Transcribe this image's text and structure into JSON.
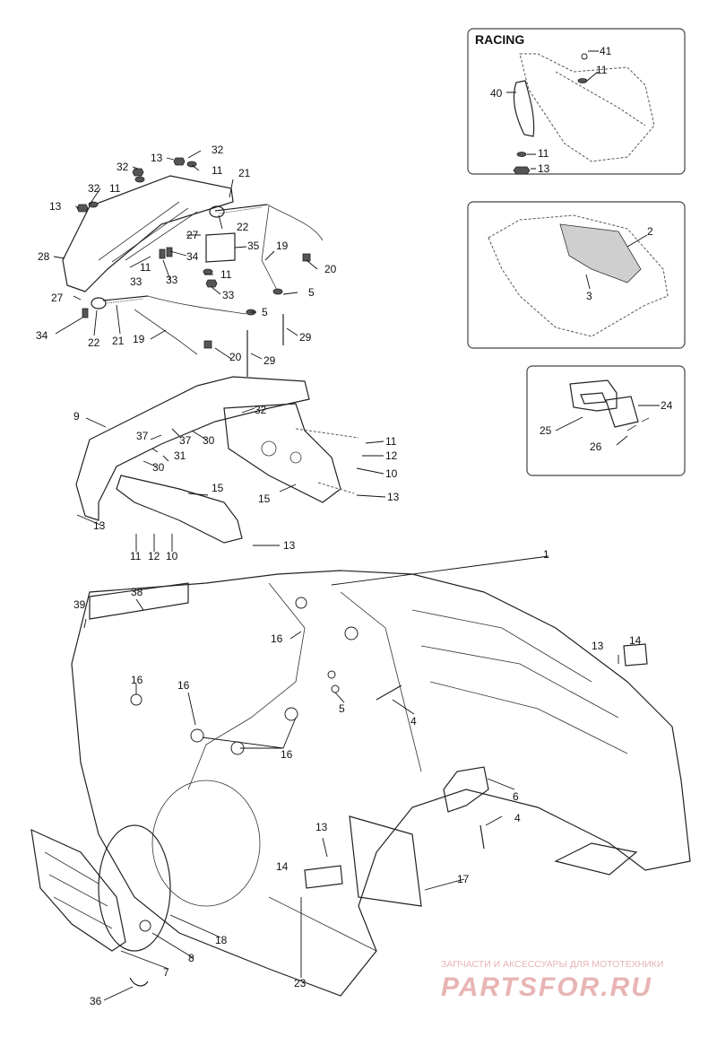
{
  "diagram": {
    "inset_racing_title": "RACING",
    "callouts": {
      "c41": "41",
      "c11_racing_top": "11",
      "c40": "40",
      "c11_racing_bot": "11",
      "c13_racing": "13",
      "c2": "2",
      "c3": "3",
      "c24": "24",
      "c25": "25",
      "c26": "26",
      "c13_a": "13",
      "c32_a": "32",
      "c32_b": "32",
      "c11_a": "11",
      "c21_a": "21",
      "c32_c": "32",
      "c11_b": "11",
      "c13_b": "13",
      "c22_a": "22",
      "c27_a": "27",
      "c35": "35",
      "c19_a": "19",
      "c28": "28",
      "c11_c": "11",
      "c34_a": "34",
      "c33_a": "33",
      "c33_b": "33",
      "c20_a": "20",
      "c11_d": "11",
      "c5_a": "5",
      "c27_b": "27",
      "c33_c": "33",
      "c34_b": "34",
      "c22_b": "22",
      "c21_b": "21",
      "c19_b": "19",
      "c5_b": "5",
      "c29_a": "29",
      "c20_b": "20",
      "c29_b": "29",
      "c9": "9",
      "c32_d": "32",
      "c37_a": "37",
      "c37_b": "37",
      "c30_a": "30",
      "c31": "31",
      "c30_b": "30",
      "c11_e": "11",
      "c12_a": "12",
      "c10_a": "10",
      "c15_a": "15",
      "c15_b": "15",
      "c13_c": "13",
      "c13_d": "13",
      "c13_e": "13",
      "c11_f": "11",
      "c12_b": "12",
      "c10_b": "10",
      "c1": "1",
      "c39": "39",
      "c38": "38",
      "c16_a": "16",
      "c16_b": "16",
      "c16_c": "16",
      "c16_d": "16",
      "c13_f": "13",
      "c14_a": "14",
      "c5_c": "5",
      "c4_a": "4",
      "c6": "6",
      "c4_b": "4",
      "c13_g": "13",
      "c14_b": "14",
      "c17": "17",
      "c18": "18",
      "c8": "8",
      "c7": "7",
      "c23": "23",
      "c36": "36"
    },
    "watermark": {
      "caption": "ЗАПЧАСТИ И АКСЕССУАРЫ ДЛЯ МОТОТЕХНИКИ",
      "logo_text": "PARTSFOR.RU",
      "color": "#e8b4b4"
    }
  }
}
